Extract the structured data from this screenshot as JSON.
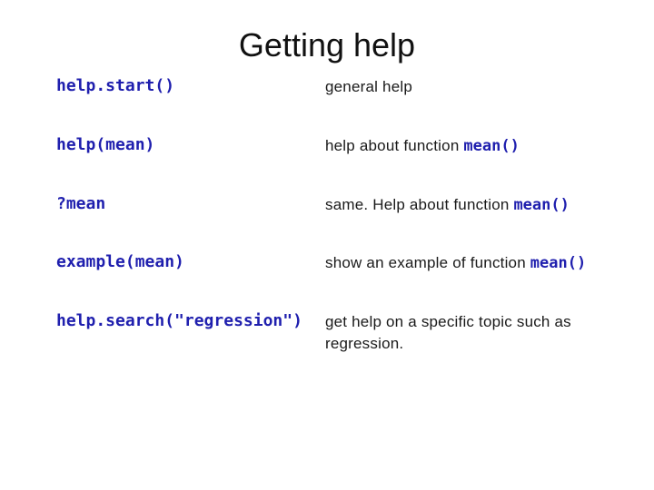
{
  "slide": {
    "title": "Getting help",
    "colors": {
      "background": "#ffffff",
      "code": "#1f1fae",
      "text": "#1a1a1a",
      "title": "#111111"
    },
    "rows": [
      {
        "command": "help.start()",
        "description": [
          {
            "text": "general help",
            "code": false
          }
        ]
      },
      {
        "command": "help(mean)",
        "description": [
          {
            "text": "help about function ",
            "code": false
          },
          {
            "text": "mean()",
            "code": true
          }
        ]
      },
      {
        "command": "?mean",
        "description": [
          {
            "text": "same. Help about function ",
            "code": false
          },
          {
            "text": "mean()",
            "code": true
          }
        ]
      },
      {
        "command": "example(mean)",
        "description": [
          {
            "text": "show an example of function ",
            "code": false
          },
          {
            "text": "mean()",
            "code": true
          }
        ]
      },
      {
        "command": "help.search(\"regression\")",
        "description": [
          {
            "text": "get help on a specific topic such as regression.",
            "code": false
          }
        ]
      }
    ]
  }
}
